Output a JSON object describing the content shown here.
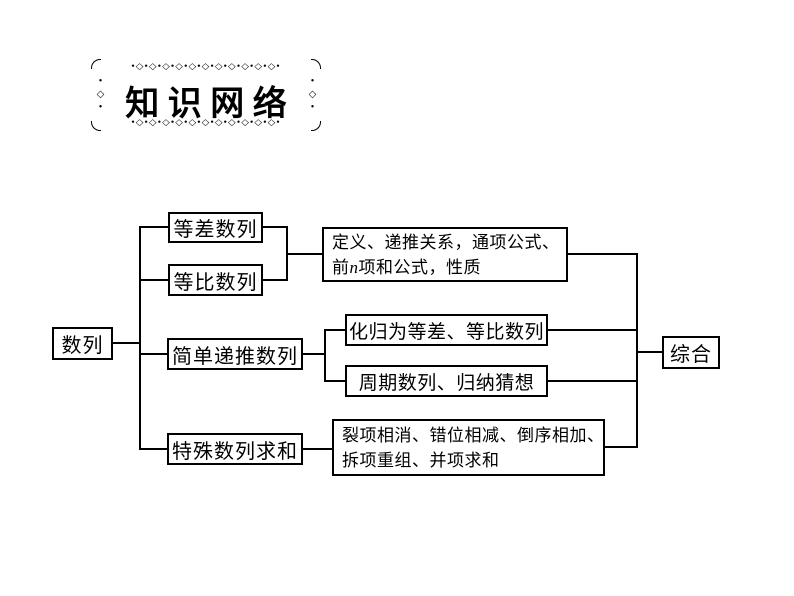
{
  "page": {
    "background": "#ffffff",
    "ink": "#000000"
  },
  "title": {
    "text": "知 识 网 络",
    "ornament_horizontal": "•◇•◇•◇•◇•◇•◇•◇•◇•◇•◇•◇•",
    "ornament_vertical": "•◇•"
  },
  "diagram": {
    "root": {
      "label": "数列"
    },
    "branches": [
      {
        "label": "等差数列"
      },
      {
        "label": "等比数列"
      },
      {
        "label": "简单递推数列"
      },
      {
        "label": "特殊数列求和"
      }
    ],
    "arithmetic_geometric_detail": {
      "line1": "定义、递推关系，通项公式、",
      "line2_pre": "前",
      "line2_var": "n",
      "line2_post": "项和公式，性质"
    },
    "recursive_details": [
      {
        "label": "化归为等差、等比数列"
      },
      {
        "label": "周期数列、归纳猜想"
      }
    ],
    "summation_detail": {
      "line1": "裂项相消、错位相减、倒序相加、",
      "line2": "拆项重组、并项求和"
    },
    "terminal": {
      "label": "综合"
    }
  }
}
